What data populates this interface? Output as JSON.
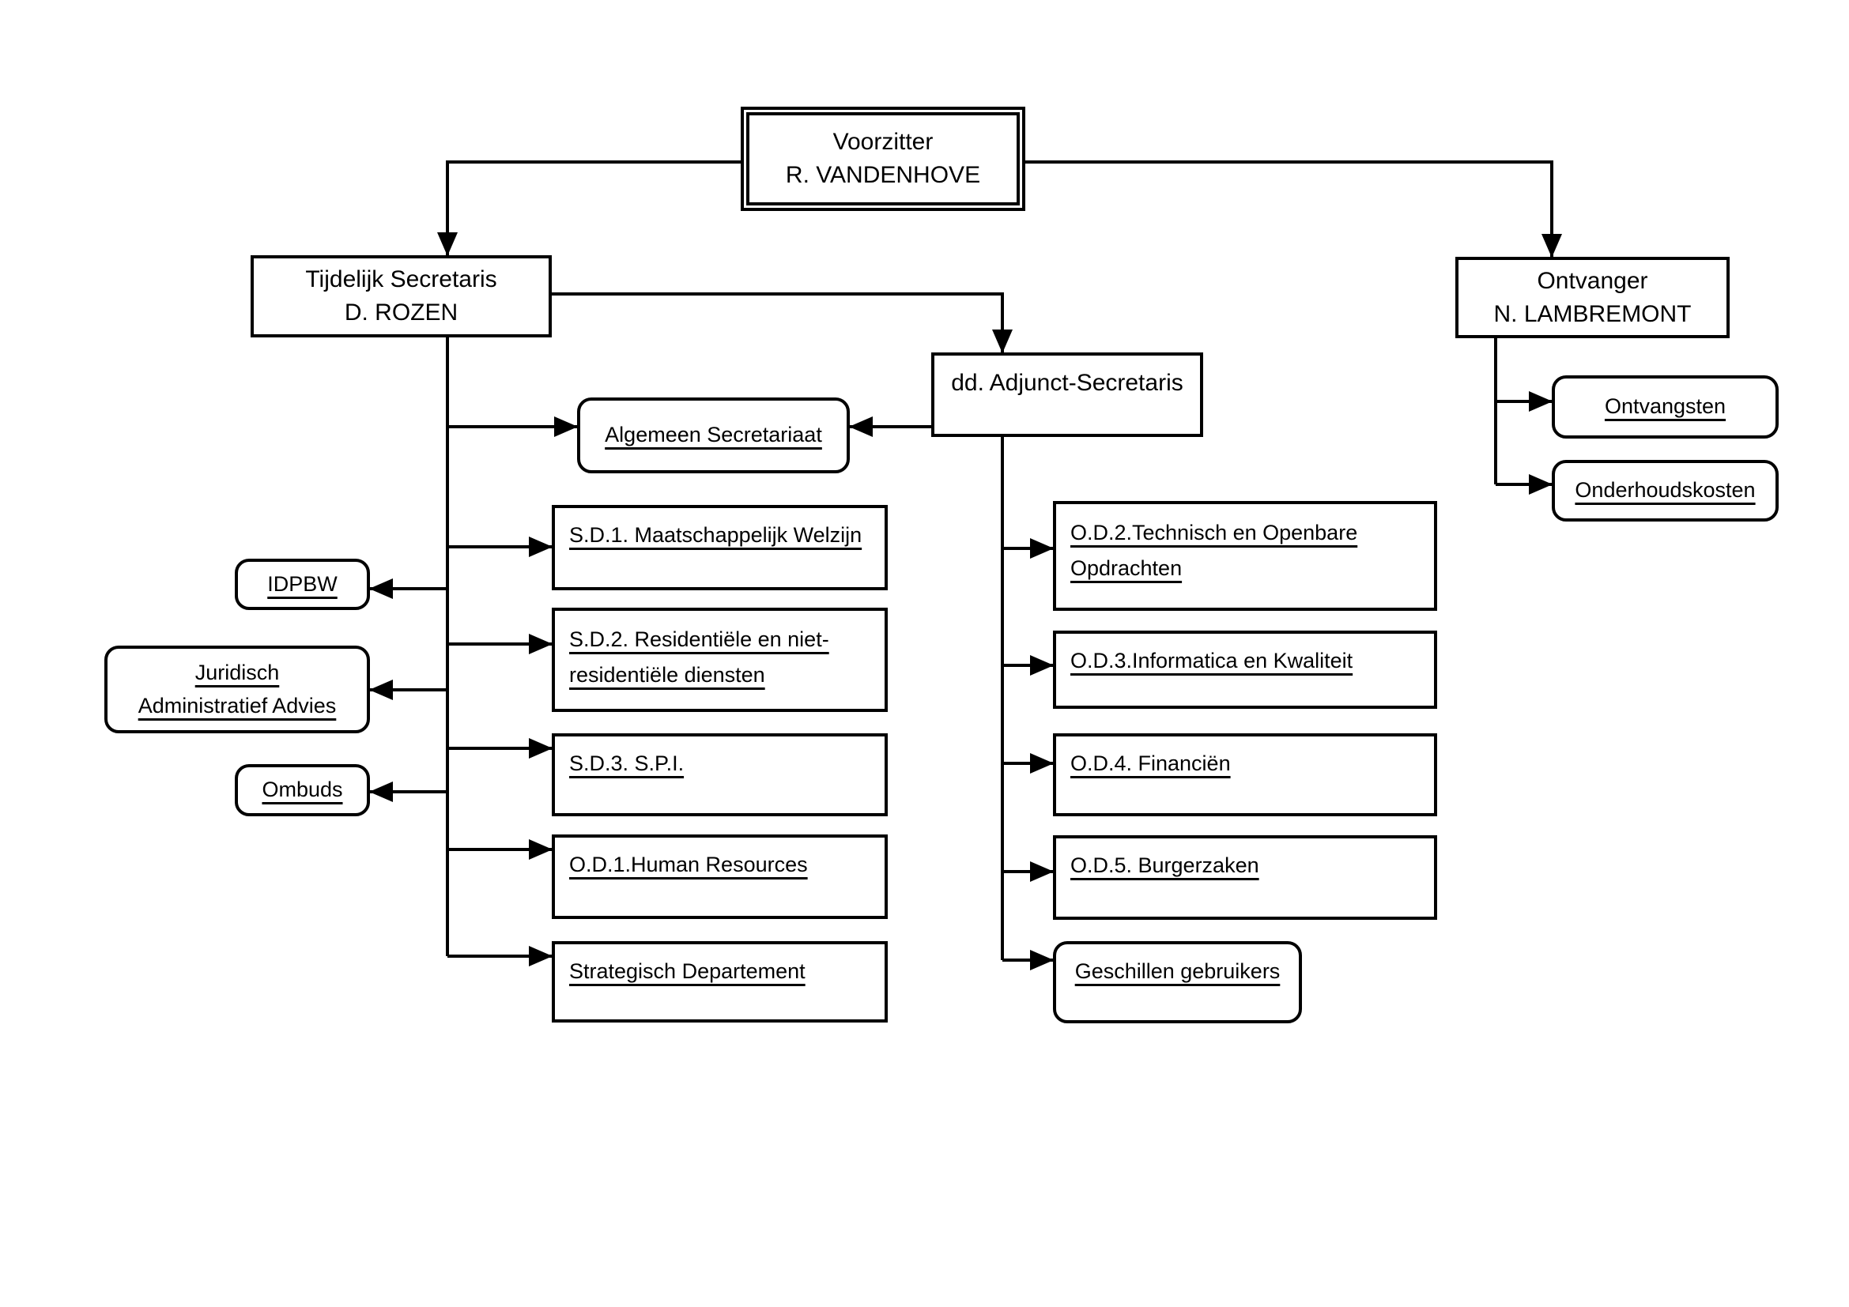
{
  "diagram_type": "organizational-chart",
  "colors": {
    "line": "#000000",
    "background": "#ffffff",
    "text": "#000000"
  },
  "nodes": {
    "voorzitter": {
      "lines": [
        "Voorzitter",
        "R. VANDENHOVE"
      ]
    },
    "tijdelijk_secretaris": {
      "lines": [
        "Tijdelijk Secretaris",
        "D. ROZEN"
      ]
    },
    "ontvanger": {
      "lines": [
        "Ontvanger",
        "N. LAMBREMONT"
      ]
    },
    "adjunct_secretaris": {
      "lines": [
        "dd. Adjunct-Secretaris"
      ]
    },
    "algemeen_secretariaat": {
      "lines": [
        "Algemeen Secretariaat"
      ]
    },
    "sd1": {
      "lines": [
        "S.D.1. Maatschappelijk Welzijn"
      ]
    },
    "sd2": {
      "lines": [
        "S.D.2. Residentiële en niet-",
        "residentiële diensten"
      ]
    },
    "sd3": {
      "lines": [
        "S.D.3. S.P.I."
      ]
    },
    "od1": {
      "lines": [
        "O.D.1.Human Resources"
      ]
    },
    "strategisch_departement": {
      "lines": [
        "Strategisch Departement"
      ]
    },
    "idpbw": {
      "lines": [
        "IDPBW"
      ]
    },
    "juridisch_administratief_advies": {
      "lines": [
        "Juridisch",
        "Administratief Advies"
      ]
    },
    "ombuds": {
      "lines": [
        "Ombuds"
      ]
    },
    "od2": {
      "lines": [
        "O.D.2.Technisch en Openbare",
        "Opdrachten"
      ]
    },
    "od3": {
      "lines": [
        "O.D.3.Informatica en Kwaliteit"
      ]
    },
    "od4": {
      "lines": [
        "O.D.4. Financiën"
      ]
    },
    "od5": {
      "lines": [
        "O.D.5. Burgerzaken"
      ]
    },
    "geschillen_gebruikers": {
      "lines": [
        "Geschillen gebruikers"
      ]
    },
    "ontvangsten": {
      "lines": [
        "Ontvangsten"
      ]
    },
    "onderhoudskosten": {
      "lines": [
        "Onderhoudskosten"
      ]
    }
  }
}
